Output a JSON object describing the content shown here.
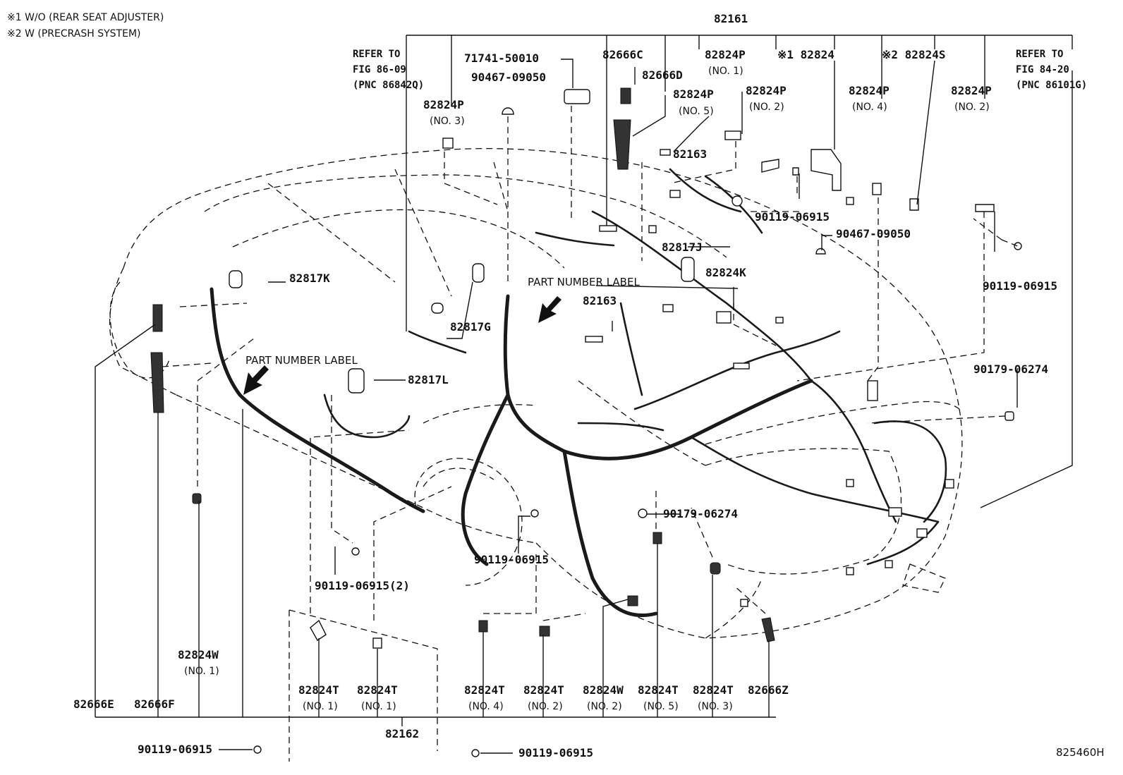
{
  "notes": [
    "※1 W/O (REAR SEAT ADJUSTER)",
    "※2 W (PRECRASH SYSTEM)"
  ],
  "figure_number": "825460H",
  "references": {
    "left": [
      "REFER TO",
      "FIG 86-09",
      "(PNC 86842Q)"
    ],
    "right": [
      "REFER TO",
      "FIG 84-20",
      "(PNC 86101G)"
    ]
  },
  "part_number_label": "PART NUMBER LABEL",
  "parts": {
    "p82161": "82161",
    "p82666C": "82666C",
    "p82666D": "82666D",
    "p71741": "71741-50010",
    "p90467_top": "90467-09050",
    "p82824P_no3": "82824P",
    "sub_no3": "(NO. 3)",
    "p82824P_no1": "82824P",
    "sub_no1": "(NO. 1)",
    "p82824P_no5": "82824P",
    "sub_no5": "(NO. 5)",
    "p82824P_no2a": "82824P",
    "sub_no2a": "(NO. 2)",
    "p82824P_no4": "82824P",
    "sub_no4": "(NO. 4)",
    "p82824P_no2b": "82824P",
    "sub_no2b": "(NO. 2)",
    "p82824": "※1 82824",
    "p82824S": "※2 82824S",
    "p82163_top": "82163",
    "p90119_a": "90119-06915",
    "p90467_mid": "90467-09050",
    "p90119_right": "90119-06915",
    "p82817J": "82817J",
    "p82824K": "82824K",
    "p82163_mid": "82163",
    "p82817K": "82817K",
    "p82817G": "82817G",
    "p82817L": "82817L",
    "p90179_right": "90179-06274",
    "p90179_mid": "90179-06274",
    "p90119_center": "90119-06915",
    "p90119_x2": "90119-06915(2)",
    "p82824W_no1": "82824W",
    "sub_w_no1": "(NO. 1)",
    "p82666E": "82666E",
    "p82666F": "82666F",
    "p82824T_a": "82824T",
    "sub_t_a": "(NO. 1)",
    "p82824T_b": "82824T",
    "sub_t_b": "(NO. 1)",
    "p82824T_c": "82824T",
    "sub_t_c": "(NO. 4)",
    "p82824T_d": "82824T",
    "sub_t_d": "(NO. 2)",
    "p82824W_no2": "82824W",
    "sub_w_no2": "(NO. 2)",
    "p82824T_e": "82824T",
    "sub_t_e": "(NO. 5)",
    "p82824T_f": "82824T",
    "sub_t_f": "(NO. 3)",
    "p82666Z": "82666Z",
    "p90119_bl": "90119-06915",
    "p82162": "82162",
    "p90119_bc": "90119-06915"
  }
}
